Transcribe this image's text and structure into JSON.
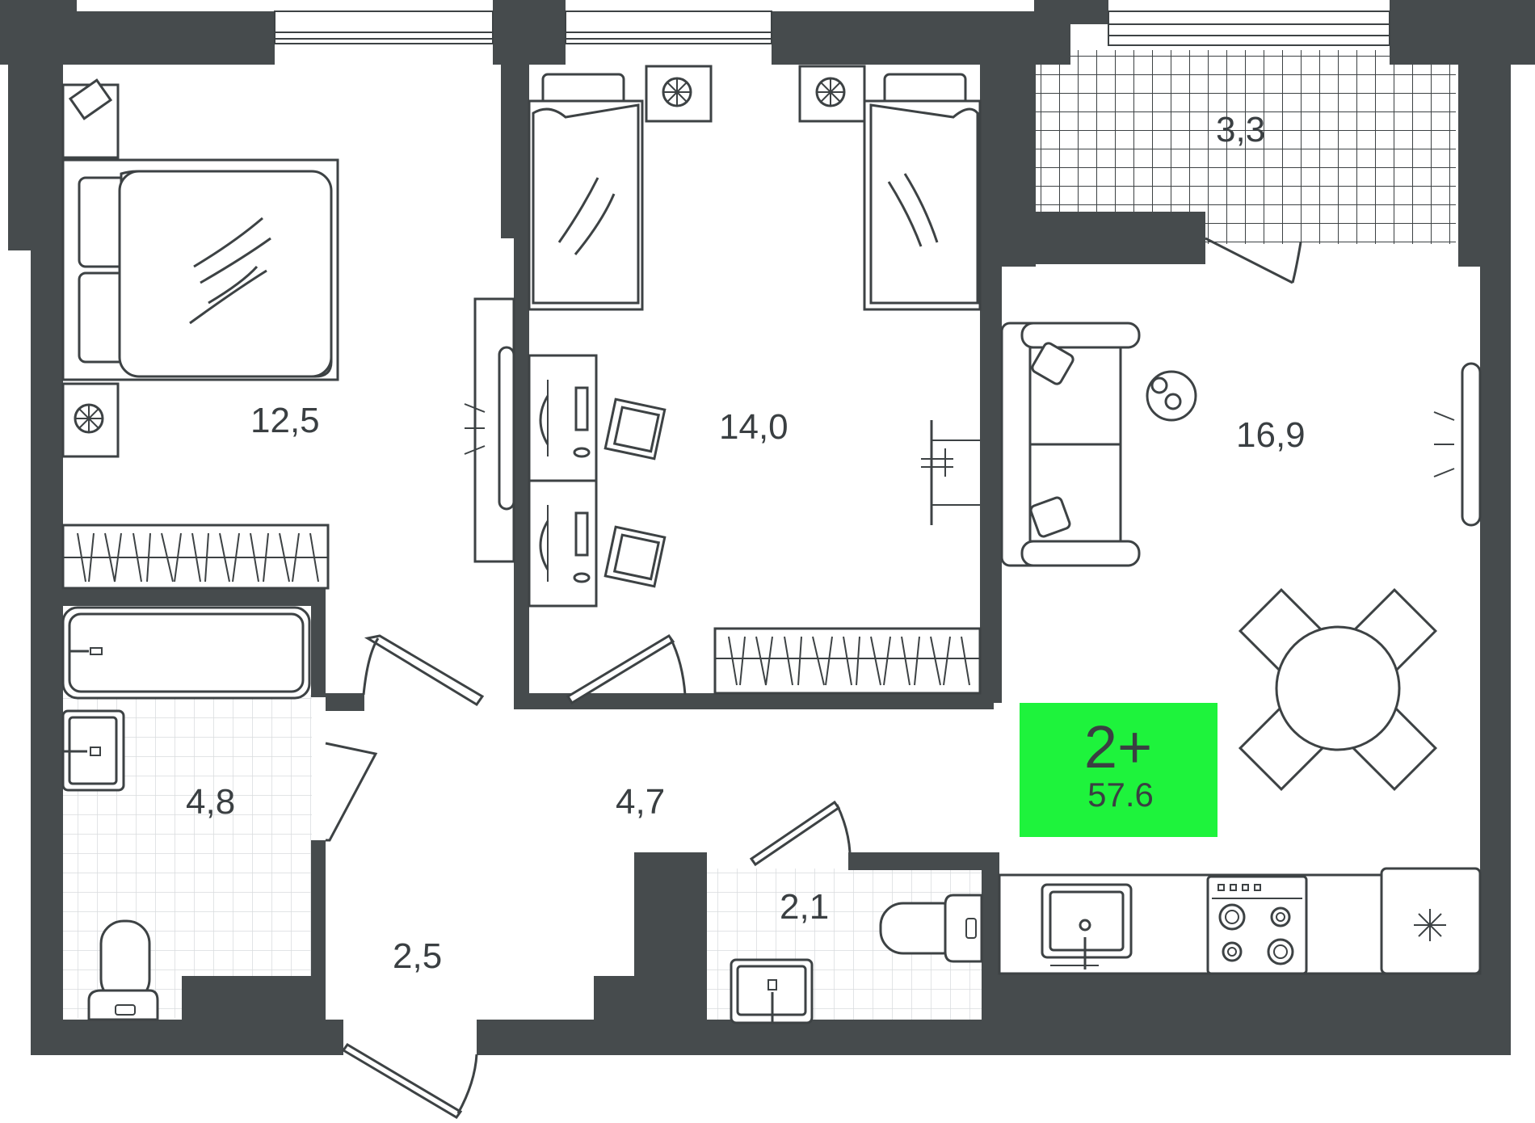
{
  "plan": {
    "rooms": [
      {
        "id": "bedroom",
        "area": "12,5"
      },
      {
        "id": "kids-room",
        "area": "14,0"
      },
      {
        "id": "balcony",
        "area": "3,3"
      },
      {
        "id": "living-kitchen",
        "area": "16,9"
      },
      {
        "id": "bathroom",
        "area": "4,8"
      },
      {
        "id": "corridor",
        "area": "4,7"
      },
      {
        "id": "hall",
        "area": "2,5"
      },
      {
        "id": "wc",
        "area": "2,1"
      }
    ],
    "badge": {
      "rooms": "2+",
      "total_area": "57.6",
      "color": "#1ef33c"
    },
    "colors": {
      "wall": "#464b4d",
      "line": "#3d4244",
      "tile": "#d9dcdd"
    }
  }
}
